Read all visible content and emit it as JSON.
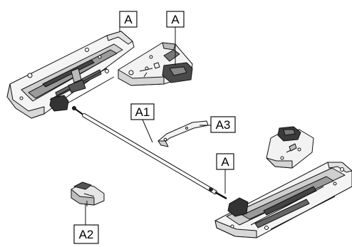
{
  "labels": {
    "runner_left": "A",
    "clip_top": "A",
    "rod": "A1",
    "bracket": "A3",
    "runner_right": "A",
    "small_part": "A2"
  }
}
